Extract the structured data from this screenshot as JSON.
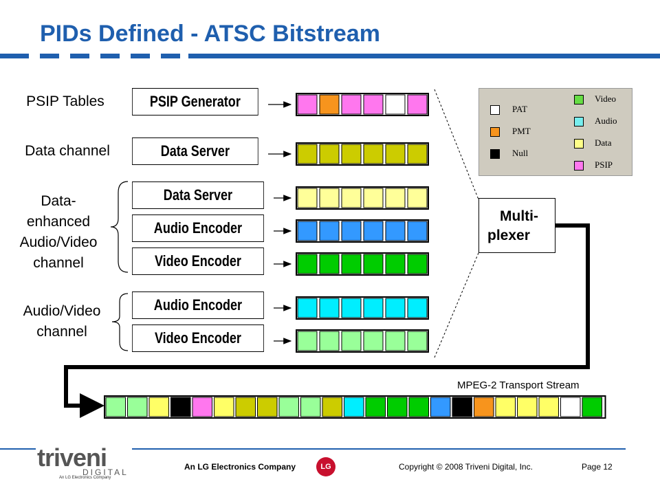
{
  "title": "PIDs Defined - ATSC Bitstream",
  "row_labels": {
    "psip": "PSIP Tables",
    "data": "Data channel",
    "enhanced": [
      "Data-",
      "enhanced",
      "Audio/Video",
      "channel"
    ],
    "av": [
      "Audio/Video",
      "channel"
    ]
  },
  "boxes": [
    "PSIP Generator",
    "Data Server",
    "Data Server",
    "Audio Encoder",
    "Video Encoder",
    "Audio Encoder",
    "Video Encoder"
  ],
  "colors": {
    "pat": "#ffffff",
    "pmt": "#f7941d",
    "null": "#000000",
    "video": "#66dd44",
    "audio": "#77eeee",
    "data": "#ffff88",
    "psip": "#ff77ee",
    "data_dark": "#cccc00",
    "audio_blue": "#3399ff",
    "video_green": "#00cc00",
    "cyan": "#00eeff",
    "light_green": "#99ff99",
    "title_blue": "#1f5fae"
  },
  "legend": {
    "left": [
      {
        "label": "PAT",
        "color": "#ffffff"
      },
      {
        "label": "PMT",
        "color": "#f7941d"
      },
      {
        "label": "Null",
        "color": "#000000"
      }
    ],
    "right": [
      {
        "label": "Video",
        "color": "#66dd44"
      },
      {
        "label": "Audio",
        "color": "#77eeee"
      },
      {
        "label": "Data",
        "color": "#ffff88"
      },
      {
        "label": "PSIP",
        "color": "#ff77ee"
      }
    ]
  },
  "packet_rows": [
    [
      "#ff77ee",
      "#f7941d",
      "#ff77ee",
      "#ff77ee",
      "#ffffff",
      "#ff77ee"
    ],
    [
      "#cccc00",
      "#cccc00",
      "#cccc00",
      "#cccc00",
      "#cccc00",
      "#cccc00"
    ],
    [
      "#ffff99",
      "#ffff99",
      "#ffff99",
      "#ffff99",
      "#ffff99",
      "#ffff99"
    ],
    [
      "#3399ff",
      "#3399ff",
      "#3399ff",
      "#3399ff",
      "#3399ff",
      "#3399ff"
    ],
    [
      "#00cc00",
      "#00cc00",
      "#00cc00",
      "#00cc00",
      "#00cc00",
      "#00cc00"
    ],
    [
      "#00eeff",
      "#00eeff",
      "#00eeff",
      "#00eeff",
      "#00eeff",
      "#00eeff"
    ],
    [
      "#99ff99",
      "#99ff99",
      "#99ff99",
      "#99ff99",
      "#99ff99",
      "#99ff99"
    ]
  ],
  "multiplexer": [
    "Multi-",
    "plexer"
  ],
  "transport_label": "MPEG-2 Transport Stream",
  "transport_stream": [
    "#99ff99",
    "#99ff99",
    "#ffff66",
    "#000000",
    "#ff77ee",
    "#ffff66",
    "#cccc00",
    "#cccc00",
    "#99ff99",
    "#99ff99",
    "#cccc00",
    "#00eeff",
    "#00cc00",
    "#00cc00",
    "#00cc00",
    "#3399ff",
    "#000000",
    "#f7941d",
    "#ffff66",
    "#ffff66",
    "#ffff66",
    "#ffffff",
    "#00cc00"
  ],
  "footer": {
    "logo_top": "triveni",
    "logo_bottom": "DIGITAL",
    "logo_tag": "An LG Electronics Company",
    "company": "An LG Electronics Company",
    "lg": "LG",
    "copyright": "Copyright © 2008 Triveni Digital, Inc.",
    "page": "Page 12"
  }
}
